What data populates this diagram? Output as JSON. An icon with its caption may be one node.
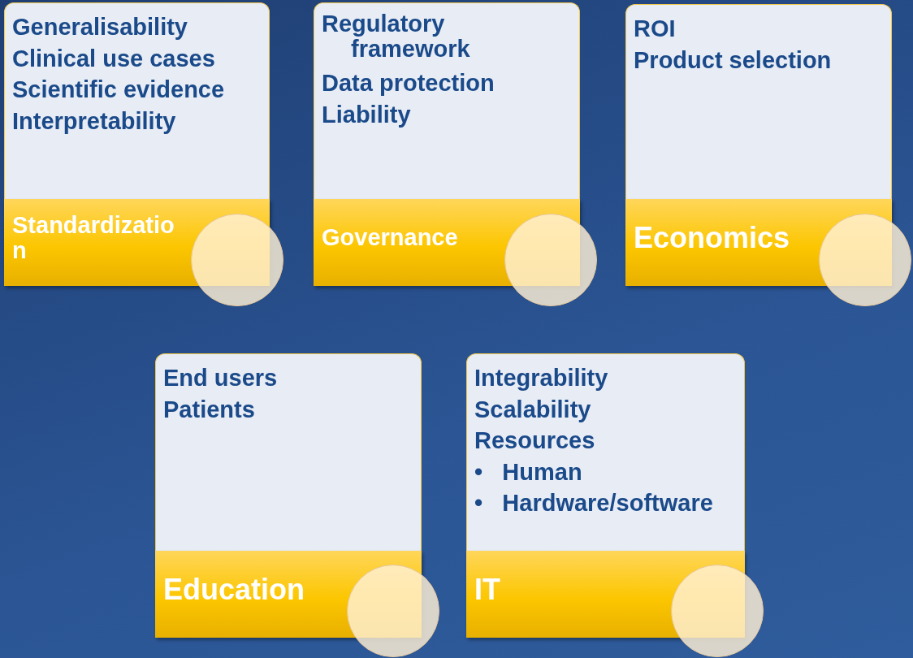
{
  "diagram": {
    "nodes": [
      {
        "text": [
          "Generalisability",
          "Clinical use cases",
          "Scientific evidence",
          "Interpretability"
        ]
      },
      {
        "text": [
          "Standardization"
        ]
      },
      {
        "text": [
          "Regulatory framework",
          "Data protection",
          "Liability"
        ]
      },
      {
        "text": [
          "Governance"
        ]
      },
      {
        "text": [
          "ROI",
          "Product selection"
        ]
      },
      {
        "text": [
          "Economics"
        ]
      },
      {
        "text": [
          "End users",
          "Patients"
        ]
      },
      {
        "text": [
          "Education"
        ]
      },
      {
        "text": [
          "Integrability",
          "Scalability",
          "Resources",
          "• Human",
          "• Hardware/software"
        ]
      },
      {
        "text": [
          "IT"
        ]
      }
    ],
    "edges": []
  }
}
